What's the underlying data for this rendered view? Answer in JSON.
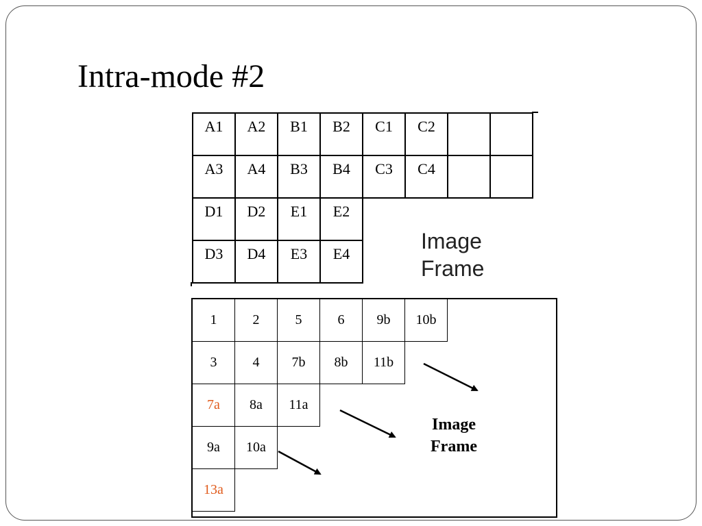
{
  "slide": {
    "title": "Intra-mode #2"
  },
  "diagram_top": {
    "rows": [
      [
        "A1",
        "A2",
        "B1",
        "B2",
        "C1",
        "C2",
        "",
        ""
      ],
      [
        "A3",
        "A4",
        "B3",
        "B4",
        "C3",
        "C4",
        "",
        ""
      ],
      [
        "D1",
        "D2",
        "E1",
        "E2"
      ],
      [
        "D3",
        "D4",
        "E3",
        "E4"
      ]
    ],
    "frame_label_line1": "Image",
    "frame_label_line2": "Frame"
  },
  "diagram_bottom": {
    "rows": [
      [
        "1",
        "2",
        "5",
        "6",
        "9b",
        "10b"
      ],
      [
        "3",
        "4",
        "7b",
        "8b",
        "11b"
      ],
      [
        "7a",
        "8a",
        "11a"
      ],
      [
        "9a",
        "10a"
      ],
      [
        "13a"
      ]
    ],
    "highlighted_cells": [
      "7a",
      "13a"
    ],
    "highlight_color": "#e05a1a",
    "frame_label_line1": "Image",
    "frame_label_line2": "Frame"
  }
}
